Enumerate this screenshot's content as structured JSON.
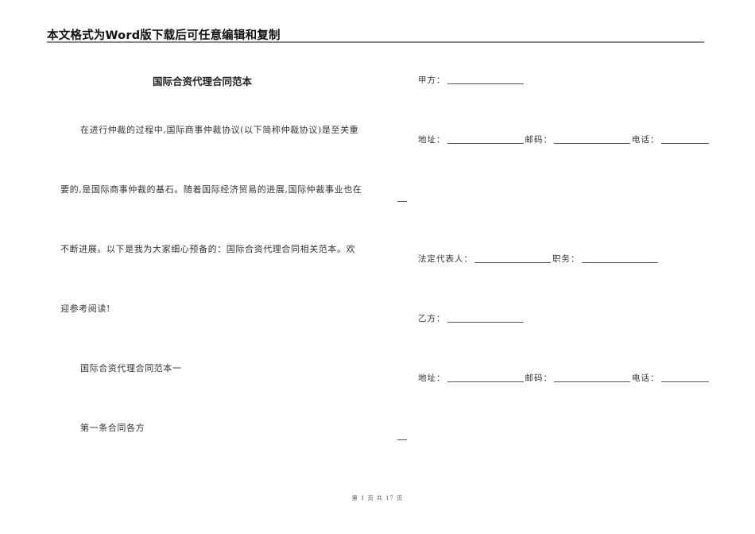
{
  "header": {
    "banner_text": "本文格式为Word版下载后可任意编辑和复制"
  },
  "document": {
    "title": "国际合资代理合同范本",
    "left_column": {
      "lines": [
        "在进行仲裁的过程中,国际商事仲裁协议(以下简称仲裁协议)是至关重",
        "要的,是国际商事仲裁的基石。随着国际经济贸易的进展,国际仲裁事业也在",
        "不断进展。以下是我为大家细心预备的：国际合资代理合同相关范本。欢",
        "迎参考阅读!",
        "国际合资代理合同范本一",
        "第一条合同各方"
      ]
    },
    "right_column": {
      "party_a_label": "甲方：",
      "address_label": "地址：",
      "postcode_label": "邮码：",
      "phone_label": "电话：",
      "legal_rep_label": "法定代表人：",
      "position_label": "职务：",
      "party_b_label": "乙方：",
      "address_label_2": "地址：",
      "postcode_label_2": "邮码：",
      "phone_label_2": "电话："
    }
  },
  "footer": {
    "page_indicator": "第 1 页 共 17 页"
  }
}
